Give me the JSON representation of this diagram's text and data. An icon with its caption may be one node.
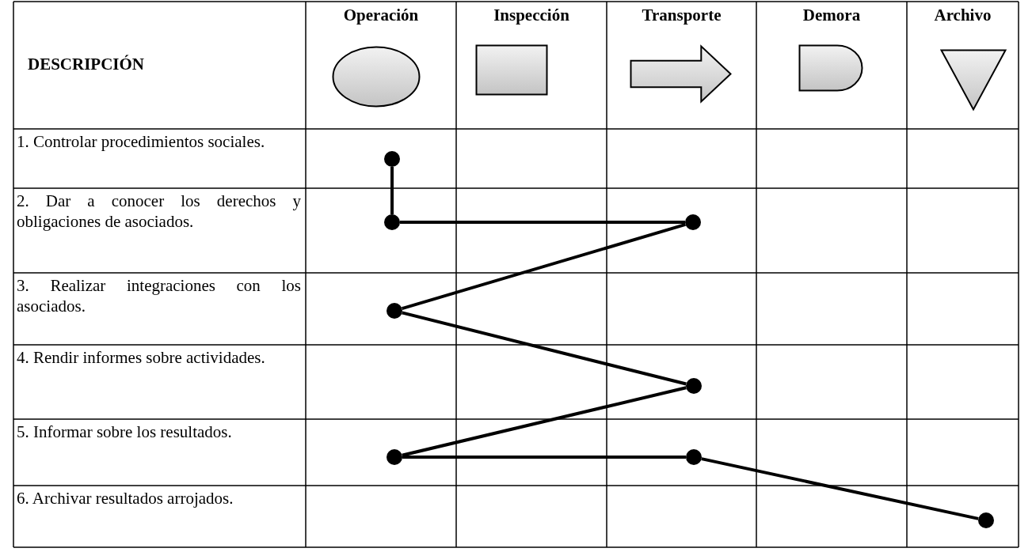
{
  "diagram": {
    "nodes": [
      {
        "text": [],
        "shape": "ellipse"
      },
      {
        "text": [],
        "shape": "box"
      },
      {
        "text": [],
        "shape": "arrow"
      },
      {
        "text": [],
        "shape": "delay"
      },
      {
        "text": [],
        "shape": "triangle"
      },
      {
        "text": [],
        "shape": "circle"
      },
      {
        "text": [],
        "shape": "circle"
      },
      {
        "text": [],
        "shape": "circle"
      },
      {
        "text": [],
        "shape": "circle"
      },
      {
        "text": [],
        "shape": "circle"
      },
      {
        "text": [],
        "shape": "circle"
      },
      {
        "text": [],
        "shape": "circle"
      },
      {
        "text": [],
        "shape": "circle"
      }
    ],
    "edges": [
      {
        "from": 5,
        "to": 6,
        "arrow": "none"
      },
      {
        "from": 6,
        "to": 7,
        "arrow": "none"
      },
      {
        "from": 7,
        "to": 8,
        "arrow": "none"
      },
      {
        "from": 8,
        "to": 9,
        "arrow": "none"
      },
      {
        "from": 9,
        "to": 10,
        "arrow": "none"
      },
      {
        "from": 10,
        "to": 11,
        "arrow": "none"
      },
      {
        "from": 11,
        "to": 12,
        "arrow": "none"
      }
    ],
    "labels": [
      "DESCRIPCIÓN",
      "Operación",
      "Inspección",
      "Transporte",
      "Demora",
      "Archivo",
      "1. Controlar procedimientos sociales.",
      "2. Dar a conocer los derechos y obligaciones de asociados.",
      "3. Realizar integraciones con los asociados.",
      "4. Rendir informes sobre actividades.",
      "5. Informar sobre los resultados.",
      "6. Archivar resultados arrojados."
    ]
  }
}
